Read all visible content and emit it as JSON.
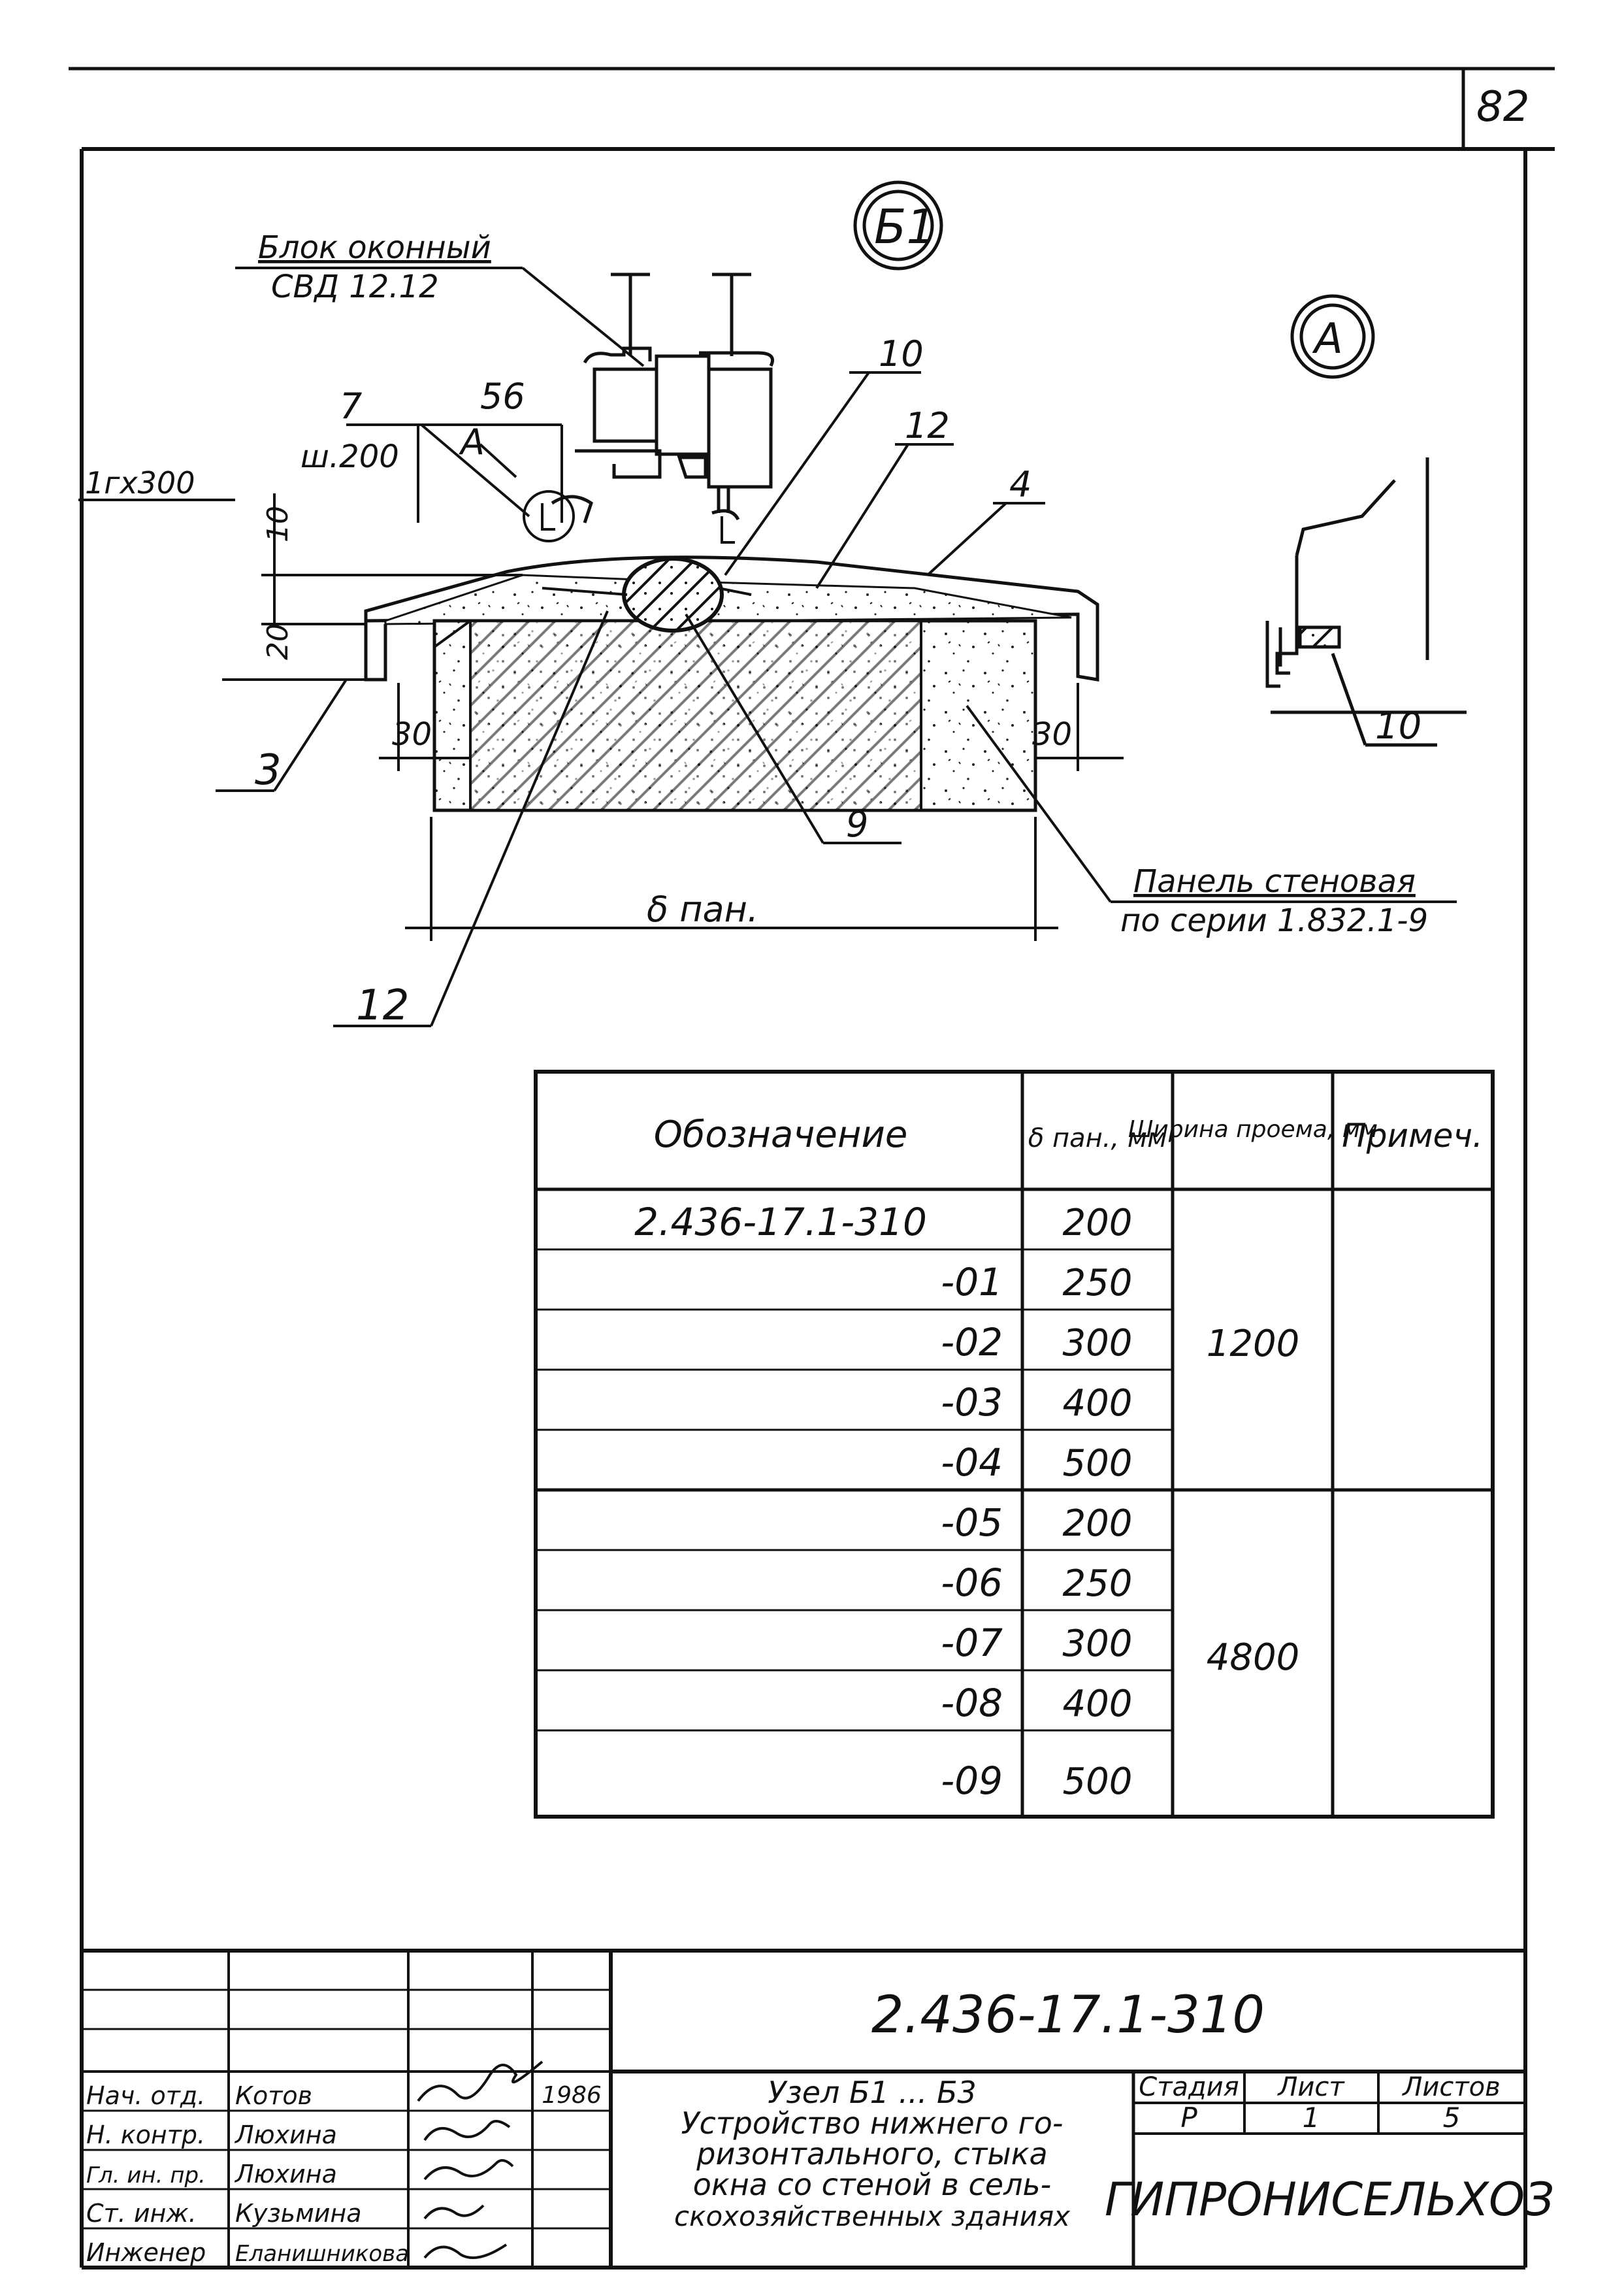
{
  "sheet": {
    "page_number": "82",
    "node_badge": "Б1",
    "detail_badge": "А"
  },
  "drawing": {
    "window_block_label_1": "Блок оконный",
    "window_block_label_2": "СВД 12.12",
    "pos_7": "7",
    "pos_7_note": "ш.200",
    "dim_56": "56",
    "detail_ref": "А",
    "nail_note": "1гх300",
    "dim_10_left": "10",
    "dim_20": "20",
    "pos_10": "10",
    "pos_12_top": "12",
    "pos_4": "4",
    "pos_3": "3",
    "dim_30_left": "30",
    "dim_30_right": "30",
    "pos_9": "9",
    "panel_label_1": "Панель стеновая",
    "panel_label_2": "по серии 1.832.1-9",
    "delta_label": "δ пан.",
    "pos_12_bottom": "12",
    "detail_pos_10": "10"
  },
  "spec_table": {
    "headers": {
      "designation": "Обозначение",
      "delta": "δ пан., мм",
      "width": "Ширина проема, мм",
      "note": "Примеч."
    },
    "rows": [
      {
        "designation": "2.436-17.1-310",
        "delta": "200"
      },
      {
        "designation": "-01",
        "delta": "250"
      },
      {
        "designation": "-02",
        "delta": "300"
      },
      {
        "designation": "-03",
        "delta": "400"
      },
      {
        "designation": "-04",
        "delta": "500"
      },
      {
        "designation": "-05",
        "delta": "200"
      },
      {
        "designation": "-06",
        "delta": "250"
      },
      {
        "designation": "-07",
        "delta": "300"
      },
      {
        "designation": "-08",
        "delta": "400"
      },
      {
        "designation": "-09",
        "delta": "500"
      }
    ],
    "width_group_1": "1200",
    "width_group_2": "4800"
  },
  "title_block": {
    "doc_code": "2.436-17.1-310",
    "title_lines": [
      "Узел Б1 ... Б3",
      "Устройство нижнего го-",
      "ризонтального, стыка",
      "окна со стеной в сель-",
      "скохозяйственных зданиях"
    ],
    "stage_header": "Стадия",
    "sheet_header": "Лист",
    "sheets_header": "Листов",
    "stage": "Р",
    "sheet": "1",
    "sheets": "5",
    "organization": "ГИПРОНИСЕЛЬХОЗ",
    "year": "1986",
    "roles": [
      {
        "role": "Нач. отд.",
        "name": "Котов"
      },
      {
        "role": "Н. контр.",
        "name": "Люхина"
      },
      {
        "role": "Гл. ин. пр.",
        "name": "Люхина"
      },
      {
        "role": "Ст. инж.",
        "name": "Кузьмина"
      },
      {
        "role": "Инженер",
        "name": "Еланишникова"
      }
    ]
  }
}
